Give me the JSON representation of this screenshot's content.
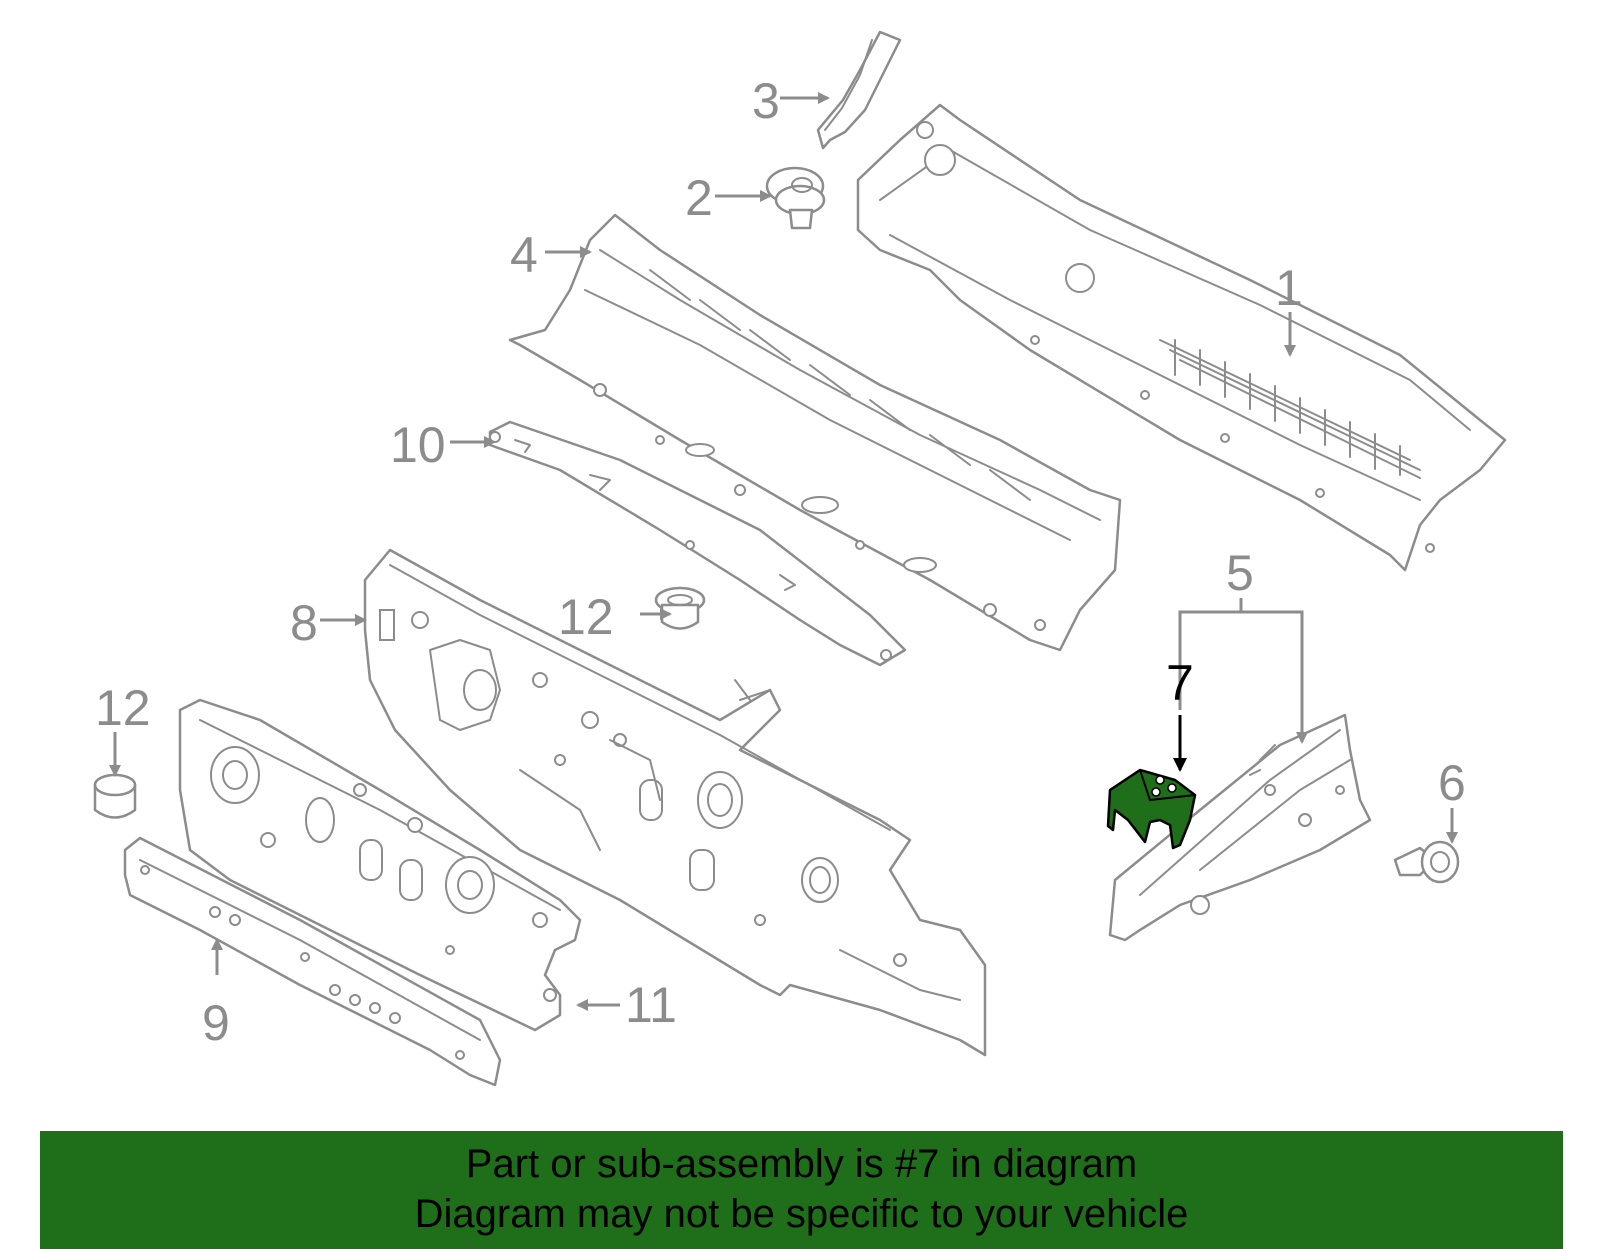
{
  "diagram": {
    "callouts": {
      "c1": "1",
      "c2": "2",
      "c3": "3",
      "c4": "4",
      "c5": "5",
      "c6": "6",
      "c7": "7",
      "c8": "8",
      "c9": "9",
      "c10": "10",
      "c11": "11",
      "c12a": "12",
      "c12b": "12"
    },
    "highlighted_part": "7",
    "highlight_color": "#1f6e1a",
    "line_color": "#8c8c8c"
  },
  "banner": {
    "line1": "Part or sub-assembly is #7 in diagram",
    "line2": "Diagram may not be specific to your vehicle",
    "background": "#1f6e1a"
  }
}
